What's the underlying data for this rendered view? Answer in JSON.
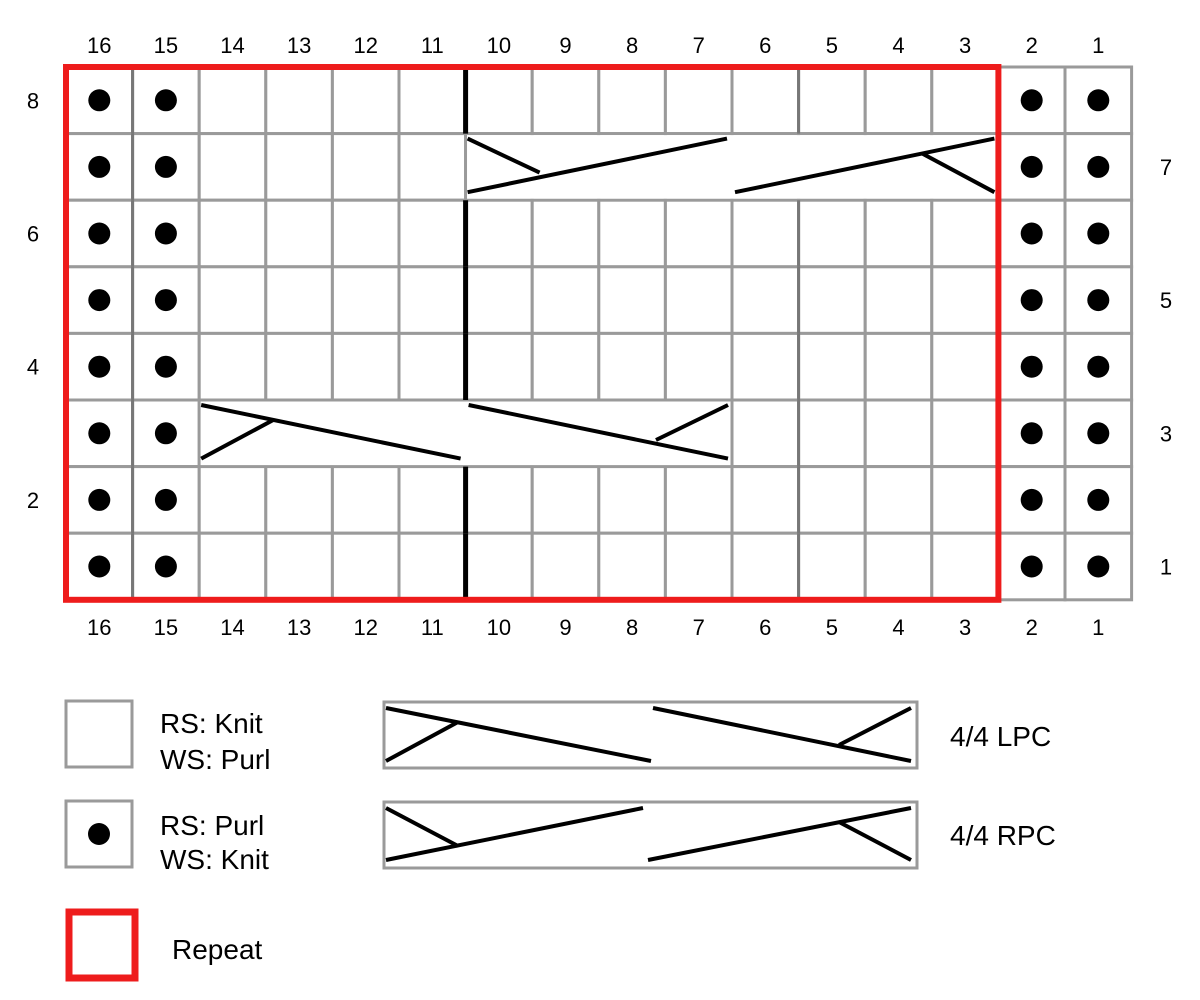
{
  "chart": {
    "columns": [
      "16",
      "15",
      "14",
      "13",
      "12",
      "11",
      "10",
      "9",
      "8",
      "7",
      "6",
      "5",
      "4",
      "3",
      "2",
      "1"
    ],
    "rows": [
      8,
      7,
      6,
      5,
      4,
      3,
      2,
      1
    ],
    "left_row_labels": [
      "8",
      "",
      "6",
      "",
      "4",
      "",
      "2",
      ""
    ],
    "right_row_labels": [
      "",
      "7",
      "",
      "5",
      "",
      "3",
      "",
      "1"
    ],
    "purl_columns": [
      "16",
      "15",
      "2",
      "1"
    ],
    "cables": [
      {
        "type": "4/4 RPC",
        "row": "7",
        "from_col": "10",
        "to_col": "3"
      },
      {
        "type": "4/4 LPC",
        "row": "3",
        "from_col": "14",
        "to_col": "7"
      }
    ],
    "repeat": {
      "from_col": "16",
      "to_col": "3"
    },
    "colors": {
      "grid": "#9a9a9a",
      "grid_dark": "#777777",
      "repeat": "#ee1c1c",
      "ink": "#000000"
    }
  },
  "legend": {
    "knit": {
      "line1": "RS: Knit",
      "line2": "WS: Purl"
    },
    "purl": {
      "line1": "RS: Purl",
      "line2": "WS: Knit"
    },
    "lpc": "4/4 LPC",
    "rpc": "4/4 RPC",
    "repeat": "Repeat"
  }
}
